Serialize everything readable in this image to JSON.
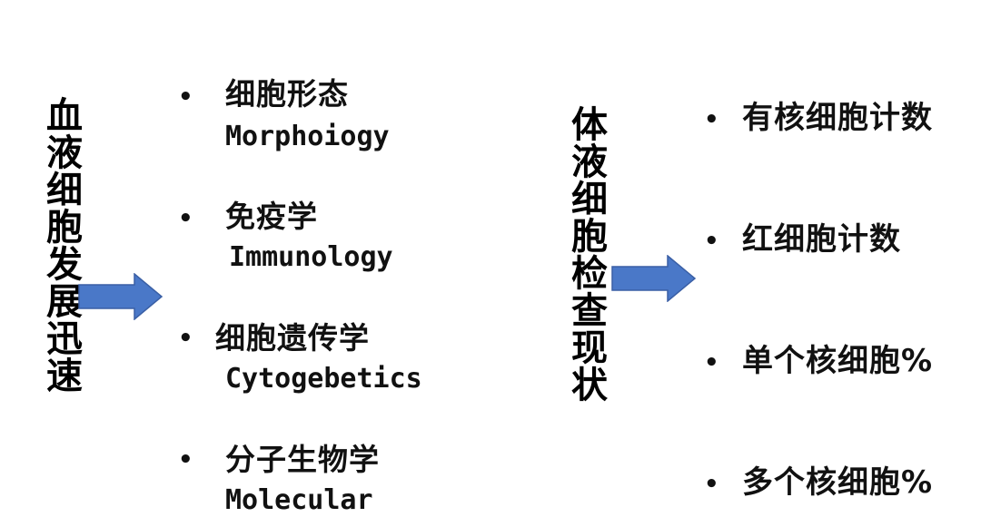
{
  "left": {
    "title": "血液细胞发展迅速",
    "items": [
      {
        "zh": "细胞形态",
        "en": "Morphoiogy"
      },
      {
        "zh": "免疫学",
        "en": "Immunology"
      },
      {
        "zh": "细胞遗传学",
        "en": "Cytogebetics"
      },
      {
        "zh": "分子生物学",
        "en": "Molecular"
      }
    ]
  },
  "right": {
    "title": "体液细胞检查现状",
    "items": [
      {
        "zh": "有核细胞计数"
      },
      {
        "zh": "红细胞计数"
      },
      {
        "zh": "单个核细胞%"
      },
      {
        "zh": "多个核细胞%"
      }
    ]
  },
  "bullet": "•",
  "colors": {
    "arrow_fill": "#4a78c8",
    "arrow_stroke": "#3a5fa5",
    "text": "#111111"
  },
  "icons": {
    "arrow": "right-arrow-icon"
  }
}
